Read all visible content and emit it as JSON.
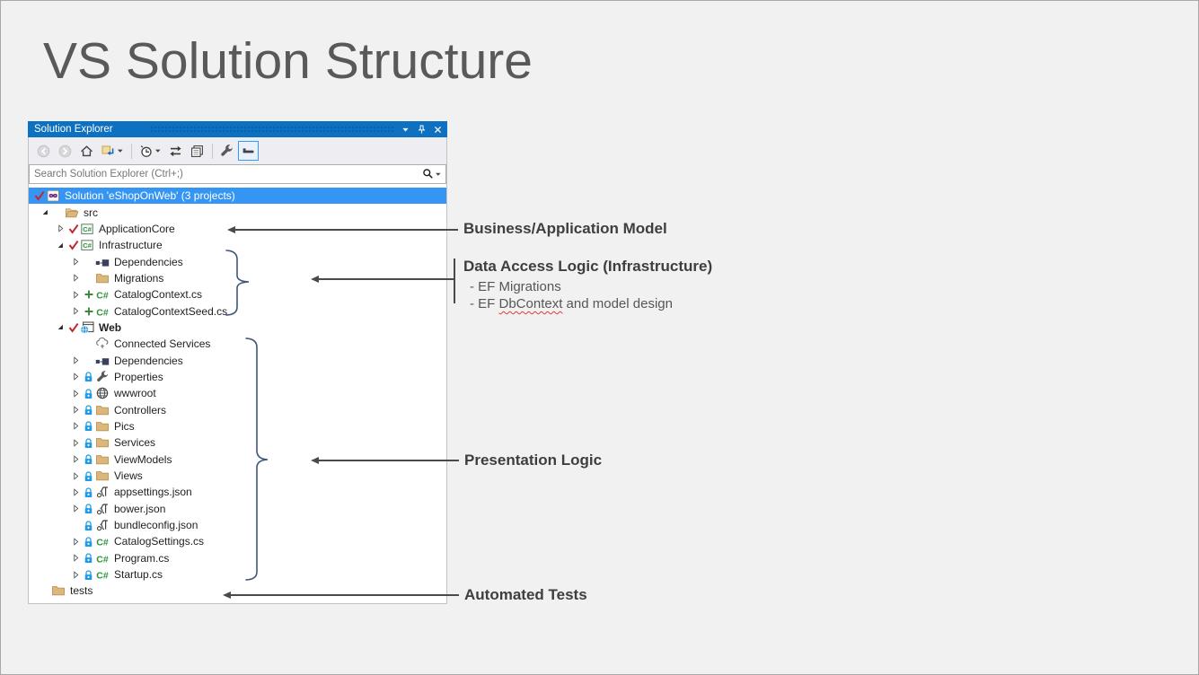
{
  "page": {
    "title": "VS Solution Structure"
  },
  "solution_explorer": {
    "title": "Solution Explorer",
    "search": {
      "placeholder": "Search Solution Explorer (Ctrl+;)"
    },
    "toolbar": [
      {
        "type": "button",
        "name": "back",
        "disabled": true
      },
      {
        "type": "button",
        "name": "forward",
        "disabled": true
      },
      {
        "type": "button",
        "name": "home"
      },
      {
        "type": "button",
        "name": "collapse-all",
        "caret": true
      },
      {
        "type": "separator"
      },
      {
        "type": "button",
        "name": "pending-changes-filter",
        "caret": true
      },
      {
        "type": "button",
        "name": "sync-with-active-document"
      },
      {
        "type": "button",
        "name": "show-all-files"
      },
      {
        "type": "separator"
      },
      {
        "type": "button",
        "name": "properties"
      },
      {
        "type": "button",
        "name": "preview-selected-items",
        "active": true
      }
    ],
    "tree": [
      {
        "label": "Solution 'eShopOnWeb' (3 projects)",
        "level": 0,
        "arrow": "none",
        "badge": "check",
        "icon": "solution",
        "selected": true
      },
      {
        "label": "src",
        "level": 1,
        "arrow": "expanded",
        "badge": "slot",
        "icon": "folder-open"
      },
      {
        "label": "ApplicationCore",
        "level": 2,
        "arrow": "collapsed",
        "badge": "check",
        "icon": "csproj"
      },
      {
        "label": "Infrastructure",
        "level": 2,
        "arrow": "expanded",
        "badge": "check",
        "icon": "csproj"
      },
      {
        "label": "Dependencies",
        "level": 3,
        "arrow": "collapsed",
        "badge": "slot",
        "icon": "dependencies"
      },
      {
        "label": "Migrations",
        "level": 3,
        "arrow": "collapsed",
        "badge": "slot",
        "icon": "folder"
      },
      {
        "label": "CatalogContext.cs",
        "level": 3,
        "arrow": "collapsed",
        "badge": "plus",
        "icon": "cs-file"
      },
      {
        "label": "CatalogContextSeed.cs",
        "level": 3,
        "arrow": "collapsed",
        "badge": "plus",
        "icon": "cs-file"
      },
      {
        "label": "Web",
        "level": 2,
        "arrow": "expanded",
        "badge": "check",
        "icon": "web-project",
        "bold": true
      },
      {
        "label": "Connected Services",
        "level": 3,
        "arrow": "slot",
        "badge": "slot",
        "icon": "connected-services"
      },
      {
        "label": "Dependencies",
        "level": 3,
        "arrow": "collapsed",
        "badge": "slot",
        "icon": "dependencies"
      },
      {
        "label": "Properties",
        "level": 3,
        "arrow": "collapsed",
        "badge": "lock",
        "icon": "wrench"
      },
      {
        "label": "wwwroot",
        "level": 3,
        "arrow": "collapsed",
        "badge": "lock",
        "icon": "globe"
      },
      {
        "label": "Controllers",
        "level": 3,
        "arrow": "collapsed",
        "badge": "lock",
        "icon": "folder"
      },
      {
        "label": "Pics",
        "level": 3,
        "arrow": "collapsed",
        "badge": "lock",
        "icon": "folder"
      },
      {
        "label": "Services",
        "level": 3,
        "arrow": "collapsed",
        "badge": "lock",
        "icon": "folder"
      },
      {
        "label": "ViewModels",
        "level": 3,
        "arrow": "collapsed",
        "badge": "lock",
        "icon": "folder"
      },
      {
        "label": "Views",
        "level": 3,
        "arrow": "collapsed",
        "badge": "lock",
        "icon": "folder"
      },
      {
        "label": "appsettings.json",
        "level": 3,
        "arrow": "collapsed",
        "badge": "lock",
        "icon": "json"
      },
      {
        "label": "bower.json",
        "level": 3,
        "arrow": "collapsed",
        "badge": "lock",
        "icon": "json"
      },
      {
        "label": "bundleconfig.json",
        "level": 3,
        "arrow": "slot",
        "badge": "lock",
        "icon": "json"
      },
      {
        "label": "CatalogSettings.cs",
        "level": 3,
        "arrow": "collapsed",
        "badge": "lock",
        "icon": "cs-file"
      },
      {
        "label": "Program.cs",
        "level": 3,
        "arrow": "collapsed",
        "badge": "lock",
        "icon": "cs-file"
      },
      {
        "label": "Startup.cs",
        "level": 3,
        "arrow": "collapsed",
        "badge": "lock",
        "icon": "cs-file"
      },
      {
        "label": "tests",
        "level": 1,
        "arrow": "slot",
        "badge": "none",
        "icon": "folder"
      }
    ]
  },
  "annotations": {
    "business": {
      "title": "Business/Application Model"
    },
    "data_access": {
      "title": "Data Access Logic (Infrastructure)",
      "bullets": [
        [
          {
            "t": "- EF Migrations"
          }
        ],
        [
          {
            "t": "- EF "
          },
          {
            "t": "DbContext",
            "squiggle": true
          },
          {
            "t": " and model design"
          }
        ]
      ]
    },
    "presentation": {
      "title": "Presentation Logic"
    },
    "automated_tests": {
      "title": "Automated Tests"
    }
  },
  "colors": {
    "titlebar_blue": "#0E70C0",
    "selection_blue": "#3595F2",
    "brace_blue": "#3F5679",
    "arrow_gray": "#4A4A4A",
    "folder_tan": "#DCB67A",
    "csharp_green": "#2E9237",
    "check_red": "#C1272D",
    "lock_blue": "#1C9BE8",
    "toolbar_bg": "#EEEEF2"
  }
}
